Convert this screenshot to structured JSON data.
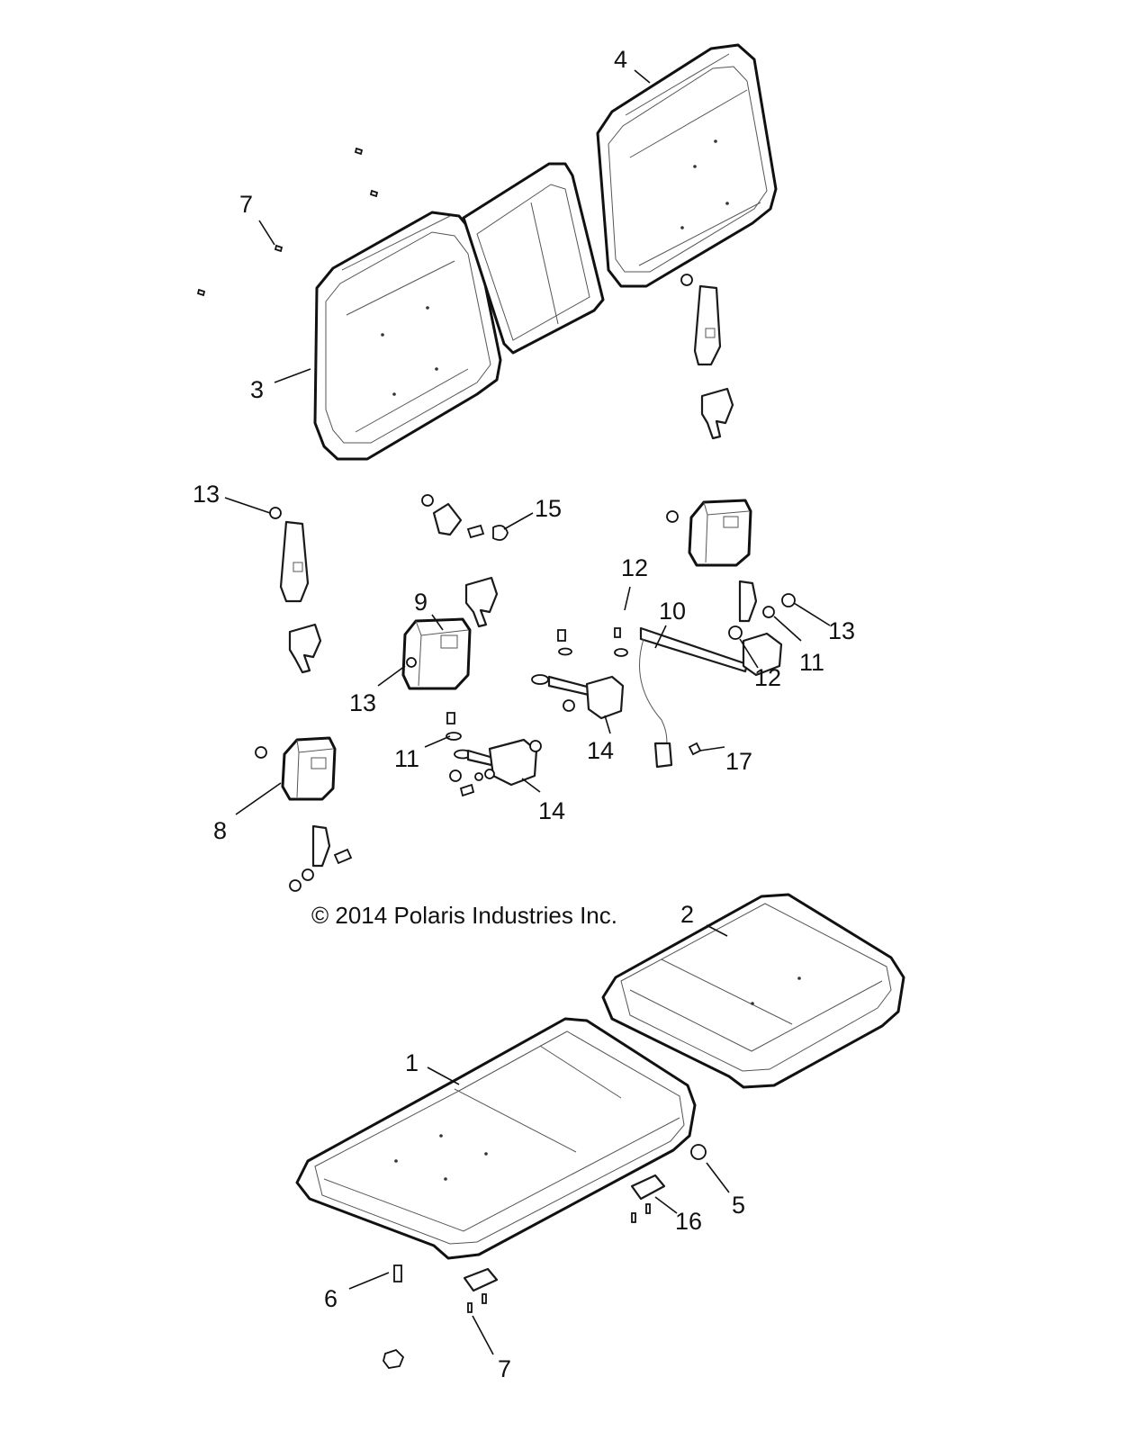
{
  "copyright": "© 2014 Polaris Industries Inc.",
  "callouts": [
    {
      "id": "c4",
      "label": "4"
    },
    {
      "id": "c7a",
      "label": "7"
    },
    {
      "id": "c3",
      "label": "3"
    },
    {
      "id": "c13a",
      "label": "13"
    },
    {
      "id": "c15",
      "label": "15"
    },
    {
      "id": "c12a",
      "label": "12"
    },
    {
      "id": "c10",
      "label": "10"
    },
    {
      "id": "c9",
      "label": "9"
    },
    {
      "id": "c13b",
      "label": "13"
    },
    {
      "id": "c11a",
      "label": "11"
    },
    {
      "id": "c12b",
      "label": "12"
    },
    {
      "id": "c13c",
      "label": "13"
    },
    {
      "id": "c14a",
      "label": "14"
    },
    {
      "id": "c17",
      "label": "17"
    },
    {
      "id": "c11b",
      "label": "11"
    },
    {
      "id": "c14b",
      "label": "14"
    },
    {
      "id": "c8",
      "label": "8"
    },
    {
      "id": "c2",
      "label": "2"
    },
    {
      "id": "c1",
      "label": "1"
    },
    {
      "id": "c5",
      "label": "5"
    },
    {
      "id": "c16",
      "label": "16"
    },
    {
      "id": "c6",
      "label": "6"
    },
    {
      "id": "c7b",
      "label": "7"
    }
  ]
}
